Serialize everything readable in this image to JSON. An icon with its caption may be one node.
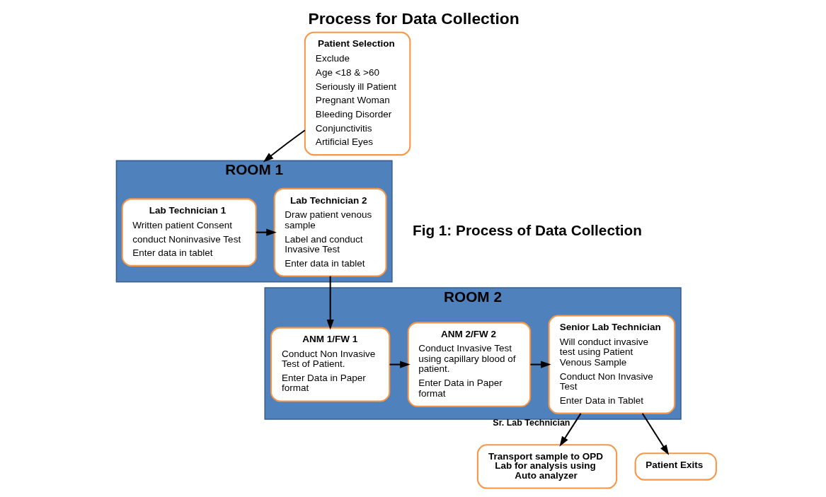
{
  "diagram": {
    "title": "Process for Data Collection",
    "caption": "Fig 1: Process of Data Collection",
    "nodes": [
      {
        "text": [
          "Patient Selection",
          "Exclude",
          "Age <18 & >60",
          "Seriously ill Patient",
          "Pregnant Woman",
          "Bleeding Disorder",
          "Conjunctivitis",
          "Artificial Eyes"
        ]
      },
      {
        "text": [
          "Transport sample to OPD Lab for analysis using Auto analyzer"
        ]
      },
      {
        "text": [
          "ROOM 1"
        ]
      },
      {
        "text": [
          "Lab Technician 1",
          "Written patient Consent",
          "conduct Noninvasive Test",
          "Enter data in tablet"
        ],
        "in": 2
      },
      {
        "text": [
          "Lab Technician 2",
          "Draw patient venous sample",
          "Label and conduct Invasive Test",
          "Enter data in tablet"
        ],
        "in": 2
      },
      {
        "text": [
          "ROOM 2"
        ]
      },
      {
        "text": [
          "ANM 1/FW 1",
          "Conduct Non Invasive Test of Patient.",
          "Enter Data in Paper format"
        ],
        "in": 5
      },
      {
        "text": [
          "ANM 2/FW 2",
          "Conduct Invasive Test using capillary blood of patient.",
          "Enter Data in Paper format"
        ],
        "in": 5
      },
      {
        "text": [
          "Senior Lab Technician",
          "Will conduct invasive test using Patient Venous Sample",
          "Conduct Non Invasive Test",
          "Enter Data in Tablet"
        ],
        "in": 5
      },
      {
        "text": [
          "Patient Exits"
        ]
      }
    ],
    "edges": [
      {
        "from": 0,
        "to": 2,
        "arrow": "to"
      },
      {
        "from": 3,
        "to": 4,
        "arrow": "to"
      },
      {
        "from": 4,
        "to": 6,
        "arrow": "to"
      },
      {
        "from": 6,
        "to": 7,
        "arrow": "to"
      },
      {
        "from": 7,
        "to": 8,
        "arrow": "to"
      },
      {
        "from": 8,
        "to": 1,
        "arrow": "to",
        "label": "Sr. Lab Technician"
      },
      {
        "from": 8,
        "to": 9,
        "arrow": "to"
      }
    ]
  }
}
